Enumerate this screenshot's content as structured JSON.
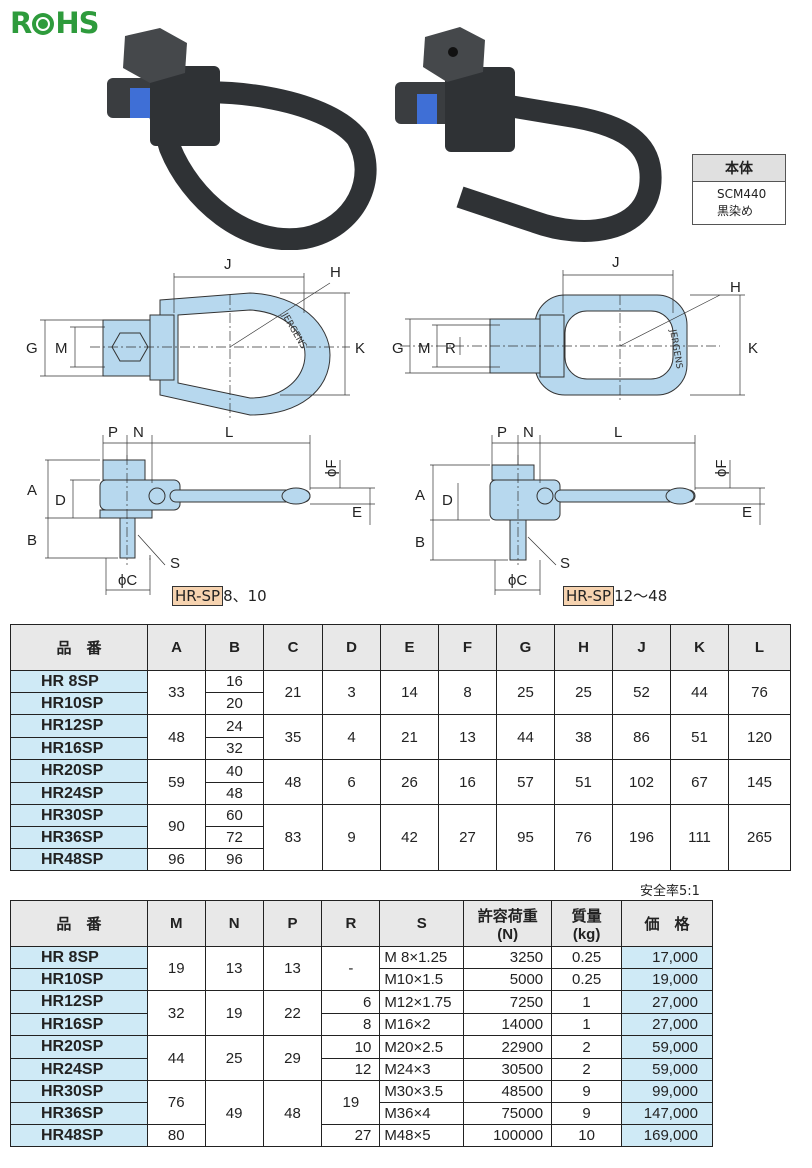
{
  "logo": "RoHS",
  "material": {
    "header": "本体",
    "lines": [
      "SCM440",
      "黒染め"
    ]
  },
  "drawing_labels": {
    "J": "J",
    "H": "H",
    "G": "G",
    "M": "M",
    "K": "K",
    "R": "R",
    "P": "P",
    "N": "N",
    "L": "L",
    "F": "ϕF",
    "A": "A",
    "D": "D",
    "E": "E",
    "B": "B",
    "S": "S",
    "C": "ϕC",
    "brand": "JERGENS",
    "variant_left_tag": "HR-SP",
    "variant_left_rest": "8、10",
    "variant_right_tag": "HR-SP",
    "variant_right_rest": "12～48"
  },
  "table1": {
    "headers": [
      "品　番",
      "A",
      "B",
      "C",
      "D",
      "E",
      "F",
      "G",
      "H",
      "J",
      "K",
      "L"
    ],
    "rows": [
      {
        "pn": [
          "HR  8SP",
          "HR10SP"
        ],
        "A": "33",
        "B": [
          "16",
          "20"
        ],
        "C": "21",
        "D": "3",
        "E": "14",
        "F": "8",
        "G": "25",
        "H": "25",
        "J": "52",
        "K": "44",
        "L": "76"
      },
      {
        "pn": [
          "HR12SP",
          "HR16SP"
        ],
        "A": "48",
        "B": [
          "24",
          "32"
        ],
        "C": "35",
        "D": "4",
        "E": "21",
        "F": "13",
        "G": "44",
        "H": "38",
        "J": "86",
        "K": "51",
        "L": "120"
      },
      {
        "pn": [
          "HR20SP",
          "HR24SP"
        ],
        "A": "59",
        "B": [
          "40",
          "48"
        ],
        "C": "48",
        "D": "6",
        "E": "26",
        "F": "16",
        "G": "57",
        "H": "51",
        "J": "102",
        "K": "67",
        "L": "145"
      },
      {
        "pn": [
          "HR30SP",
          "HR36SP",
          "HR48SP"
        ],
        "A": [
          "90",
          "96"
        ],
        "B": [
          "60",
          "72",
          "96"
        ],
        "C": "83",
        "D": "9",
        "E": "42",
        "F": "27",
        "G": "95",
        "H": "76",
        "J": "196",
        "K": "111",
        "L": "265"
      }
    ]
  },
  "safety_factor": "安全率5:1",
  "table2": {
    "headers": [
      "品　番",
      "M",
      "N",
      "P",
      "R",
      "S",
      "許容荷重(N)",
      "質量(kg)",
      "価　格"
    ],
    "header_lines": {
      "load": [
        "許容荷重",
        "(N)"
      ],
      "mass": [
        "質量",
        "(kg)"
      ]
    },
    "rows": [
      {
        "pn": "HR  8SP",
        "S": "M  8×1.25",
        "load": "3250",
        "mass": "0.25",
        "price": "17,000"
      },
      {
        "pn": "HR10SP",
        "S": "M10×1.5",
        "load": "5000",
        "mass": "0.25",
        "price": "19,000"
      },
      {
        "pn": "HR12SP",
        "S": "M12×1.75",
        "load": "7250",
        "mass": "1",
        "price": "27,000"
      },
      {
        "pn": "HR16SP",
        "S": "M16×2",
        "load": "14000",
        "mass": "1",
        "price": "27,000"
      },
      {
        "pn": "HR20SP",
        "S": "M20×2.5",
        "load": "22900",
        "mass": "2",
        "price": "59,000"
      },
      {
        "pn": "HR24SP",
        "S": "M24×3",
        "load": "30500",
        "mass": "2",
        "price": "59,000"
      },
      {
        "pn": "HR30SP",
        "S": "M30×3.5",
        "load": "48500",
        "mass": "9",
        "price": "99,000"
      },
      {
        "pn": "HR36SP",
        "S": "M36×4",
        "load": "75000",
        "mass": "9",
        "price": "147,000"
      },
      {
        "pn": "HR48SP",
        "S": "M48×5",
        "load": "100000",
        "mass": "10",
        "price": "169,000"
      }
    ],
    "groups": {
      "M": [
        "19",
        "32",
        "44",
        "76",
        "80"
      ],
      "N": [
        "13",
        "19",
        "25",
        "49"
      ],
      "P": [
        "13",
        "22",
        "29",
        "48"
      ],
      "R": [
        "-",
        "6",
        "8",
        "10",
        "12",
        "19",
        "27"
      ]
    }
  }
}
